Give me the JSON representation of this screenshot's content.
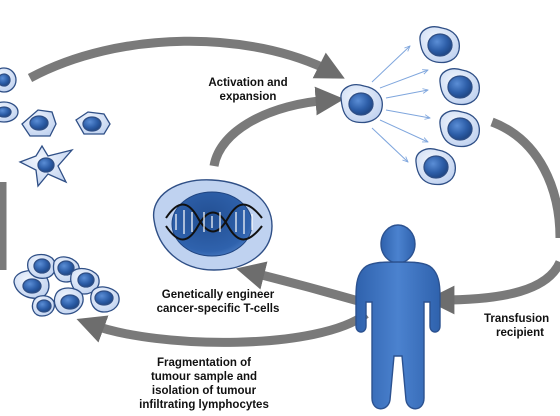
{
  "labels": {
    "activation": [
      "Activation and",
      "expansion"
    ],
    "genetic": [
      "Genetically engineer",
      "cancer-specific T-cells"
    ],
    "transfusion": [
      "Transfusion",
      "recipient"
    ],
    "fragmentation": [
      "Fragmentation of",
      "tumour sample and",
      "isolation of tumour",
      "infiltrating lymphocytes"
    ]
  },
  "colors": {
    "arrow": "#7a7a7a",
    "arrow_dark": "#5e5e5e",
    "cell_fill": "#dfe8f7",
    "cell_ring": "#9fb6df",
    "cell_outline": "#2f4f86",
    "nucleus": "#2d5ea8",
    "nucleus_dark": "#1f4480",
    "person_fill": "#3f74c2",
    "person_outline": "#2c5290",
    "spray_arrow": "#7fa6dd",
    "dna": "#111111"
  },
  "icons": {
    "tumour_cells": "tumour-cells-icon",
    "t_cell": "t-cell-icon",
    "expanded_t_cells": "expanded-t-cells-icon",
    "engineered_cell": "engineered-t-cell-icon",
    "recipient": "person-icon",
    "fragment_cluster": "tumour-fragment-cluster-icon"
  }
}
